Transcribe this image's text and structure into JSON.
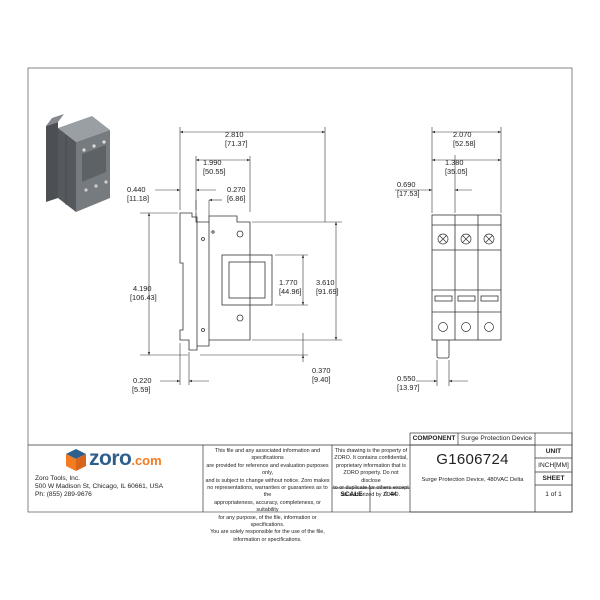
{
  "drawing": {
    "dims_front": {
      "overall_width": "2.810",
      "overall_width_mm": "[71.37]",
      "body_width": "1.990",
      "body_width_mm": "[50.55]",
      "left_offset": "0.440",
      "left_offset_mm": "[11.18]",
      "tab_width": "0.270",
      "tab_width_mm": "[6.86]",
      "overall_height": "4.190",
      "overall_height_mm": "[106.43]",
      "window_height": "1.770",
      "window_height_mm": "[44.96]",
      "body_height": "3.610",
      "body_height_mm": "[91.69]",
      "bottom_offset": "0.370",
      "bottom_offset_mm": "[9.40]",
      "foot_width": "0.220",
      "foot_width_mm": "[5.59]"
    },
    "dims_side": {
      "overall_width": "2.070",
      "overall_width_mm": "[52.58]",
      "two_pole_width": "1.380",
      "two_pole_width_mm": "[35.05]",
      "pole_width": "0.690",
      "pole_width_mm": "[17.53]",
      "latch_width": "0.550",
      "latch_width_mm": "[13.97]"
    }
  },
  "title_block": {
    "brand_prefix": "zoro",
    "brand_suffix": ".com",
    "company_name": "Zoro Tools, Inc.",
    "company_address": "500 W Madison St, Chicago, IL 60661, USA",
    "company_phone": "Ph: (855) 289-9676",
    "legal_left": [
      "This file and any associated information and specifications",
      "are provided for reference and evaluation purposes only,",
      "and is subject to change without notice. Zoro makes",
      "no representations, warranties or guarantees as to the",
      "appropriateness, accuracy, completeness, or suitability",
      "for any purpose, of the file, information or specifications.",
      "You are solely responsible for the use of the file,",
      "information or specifications."
    ],
    "legal_right": [
      "This drawing is the property of",
      "ZORO. It contains confidential,",
      "proprietary information that is",
      "ZORO property. Do not disclose",
      "to or duplicate for others except",
      "as authorized by ZORO."
    ],
    "component_label": "COMPONENT",
    "component_value": "Surge Protection Device",
    "part_number": "G1606724",
    "description": "Surge Protection Device, 480VAC Delta",
    "scale_label": "SCALE",
    "scale_value": "0.44",
    "unit_label": "UNIT",
    "unit_value": "INCH[MM]",
    "sheet_label": "SHEET",
    "sheet_value": "1 of 1"
  },
  "colors": {
    "brand_orange": "#f47b20",
    "brand_blue": "#2f5f8c",
    "line": "#333333",
    "iso_body": "#6f7478"
  }
}
